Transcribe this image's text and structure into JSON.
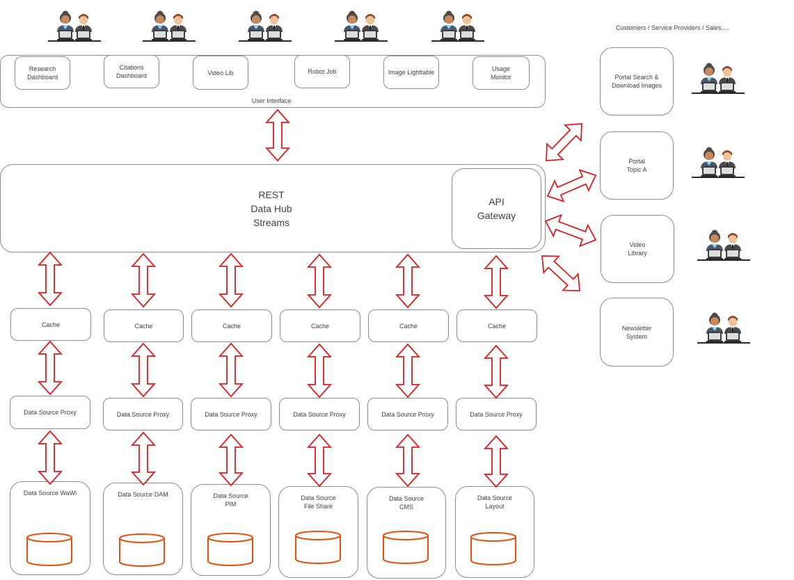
{
  "user_interface": {
    "label": "User Interface",
    "apps": [
      "Research\nDashboard",
      "Citations\nDashboard",
      "Video Lib",
      "Robot Job",
      "Image Lighttable",
      "Usage\nMonitor"
    ]
  },
  "hub": {
    "label": "REST\nData Hub\nStreams",
    "gateway": "API\nGateway"
  },
  "pipeline": {
    "cache_label": "Cache",
    "proxy_label": "Data Source Proxy",
    "sources": [
      "Data Source WaWi",
      "Data Source DAM",
      "Data Source\nPIM",
      "Data Source\nFile Share",
      "Data Source\nCMS",
      "Data Source\nLayout"
    ]
  },
  "consumers": {
    "heading": "Customers / Service Providers / Sales.....",
    "portals": [
      "Portal Search &\nDownload Images",
      "Portal\nTopic A",
      "Video\nLibrary",
      "Newsletter\nSystem"
    ]
  },
  "colors": {
    "arrow": "#e31a1c",
    "database": "#e8500a",
    "border": "#8c8c8c",
    "text": "#404040"
  }
}
